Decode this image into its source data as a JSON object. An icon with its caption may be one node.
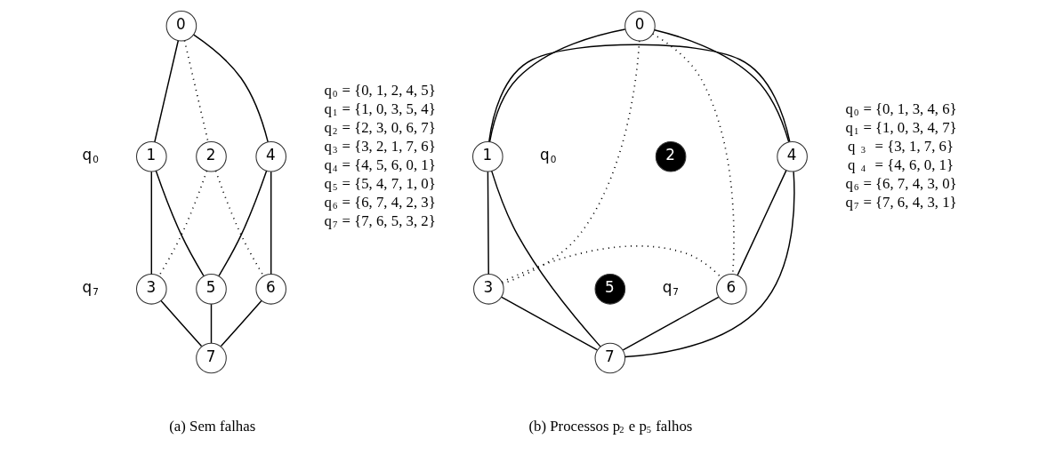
{
  "diagram": {
    "nodes": [
      {
        "text": [
          "0"
        ]
      },
      {
        "text": [
          "1"
        ]
      },
      {
        "text": [
          "2"
        ]
      },
      {
        "text": [
          "4"
        ]
      },
      {
        "text": [
          "3"
        ]
      },
      {
        "text": [
          "5"
        ]
      },
      {
        "text": [
          "6"
        ]
      },
      {
        "text": [
          "7"
        ]
      },
      {
        "text": [
          "0"
        ]
      },
      {
        "text": [
          "1"
        ]
      },
      {
        "text": [
          "2"
        ]
      },
      {
        "text": [
          "4"
        ]
      },
      {
        "text": [
          "3"
        ]
      },
      {
        "text": [
          "5"
        ]
      },
      {
        "text": [
          "6"
        ]
      },
      {
        "text": [
          "7"
        ]
      }
    ],
    "edges": [
      {
        "from": 0,
        "to": 1,
        "arrow": "none"
      },
      {
        "from": 0,
        "to": 2,
        "arrow": "none",
        "style": "dashed"
      },
      {
        "from": 0,
        "to": 3,
        "arrow": "none"
      },
      {
        "from": 1,
        "to": 4,
        "arrow": "none"
      },
      {
        "from": 1,
        "to": 5,
        "arrow": "none"
      },
      {
        "from": 2,
        "to": 4,
        "arrow": "none",
        "style": "dashed"
      },
      {
        "from": 2,
        "to": 6,
        "arrow": "none",
        "style": "dashed"
      },
      {
        "from": 3,
        "to": 5,
        "arrow": "none"
      },
      {
        "from": 3,
        "to": 6,
        "arrow": "none"
      },
      {
        "from": 4,
        "to": 7,
        "arrow": "none"
      },
      {
        "from": 5,
        "to": 7,
        "arrow": "none"
      },
      {
        "from": 6,
        "to": 7,
        "arrow": "none"
      },
      {
        "from": 8,
        "to": 9,
        "arrow": "none"
      },
      {
        "from": 8,
        "to": 12,
        "arrow": "none",
        "style": "dashed"
      },
      {
        "from": 8,
        "to": 14,
        "arrow": "none",
        "style": "dashed"
      },
      {
        "from": 8,
        "to": 11,
        "arrow": "none"
      },
      {
        "from": 9,
        "to": 11,
        "arrow": "none"
      },
      {
        "from": 9,
        "to": 12,
        "arrow": "none"
      },
      {
        "from": 9,
        "to": 15,
        "arrow": "none"
      },
      {
        "from": 11,
        "to": 14,
        "arrow": "none"
      },
      {
        "from": 11,
        "to": 15,
        "arrow": "none"
      },
      {
        "from": 12,
        "to": 14,
        "arrow": "none",
        "style": "dashed"
      },
      {
        "from": 12,
        "to": 15,
        "arrow": "none"
      },
      {
        "from": 14,
        "to": 15,
        "arrow": "none"
      }
    ],
    "labels": [
      "q$_{0}$",
      "q$_{7}$",
      "q$_{0}$ = {0, 1, 2, 4, 5}",
      "q$_{1}$ = {1, 0, 3, 5, 4}",
      "q$_{2}$ = {2, 3, 0, 6, 7}",
      "q$_{3}$ = {3, 2, 1, 7, 6}",
      "q$_{4}$ = {4, 5, 6, 0, 1}",
      "q$_{5}$ = {5, 4, 7, 1, 0}",
      "q$_{6}$ = {6, 7, 4, 2, 3}",
      "q$_{7}$ = {7, 6, 5, 3, 2}",
      "q$_{0}$",
      "q$_{7}$",
      "q$_{0}$ = {0, 1, 3, 4, 6}",
      "q$_{1}$ = {1, 0, 3, 4, 7}",
      "q$_{3}$ = {3, 1, 7, 6}",
      "q$_{4}$ = {4, 6, 0, 1}",
      "q$_{6}$ = {6, 7, 4, 3, 0}",
      "q$_{7}$ = {7, 6, 4, 3, 1}",
      "(a) Sem falhas",
      "(b) Processos p$_{2}$ e p$_{5}$ falhos"
    ]
  }
}
